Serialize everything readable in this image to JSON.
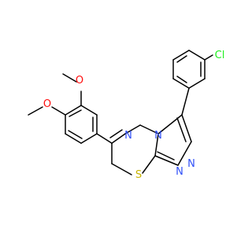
{
  "molecule": {
    "atom_labels": {
      "cl": "Cl",
      "o_upper": "O",
      "o_lower": "O",
      "n_hydrazone": "N",
      "n_bridge": "N",
      "n_triazole_a": "N",
      "n_triazole_b": "N",
      "s_ring": "S"
    },
    "colors": {
      "bond": "#000000",
      "oxygen": "#ff0d0d",
      "nitrogen": "#3050f8",
      "chlorine": "#1ff01f",
      "sulfur": "#c8b400"
    }
  }
}
